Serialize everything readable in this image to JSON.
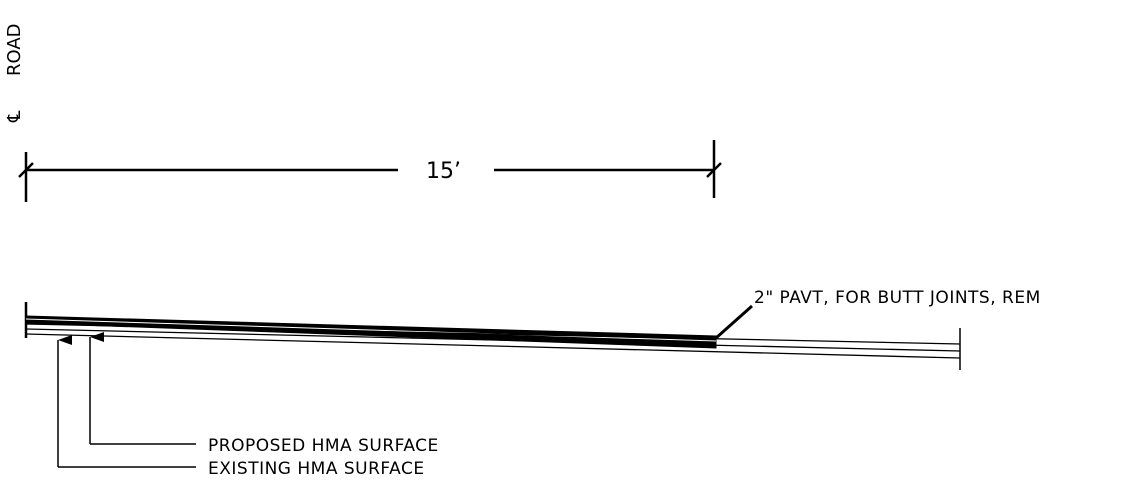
{
  "centerline": {
    "symbol": "℄",
    "label": "ROAD"
  },
  "dimension": {
    "value": "15’"
  },
  "callouts": {
    "butt_joint": "2\" PAVT, FOR BUTT JOINTS, REM",
    "proposed_surface": "PROPOSED HMA SURFACE",
    "existing_surface": "EXISTING HMA SURFACE"
  }
}
